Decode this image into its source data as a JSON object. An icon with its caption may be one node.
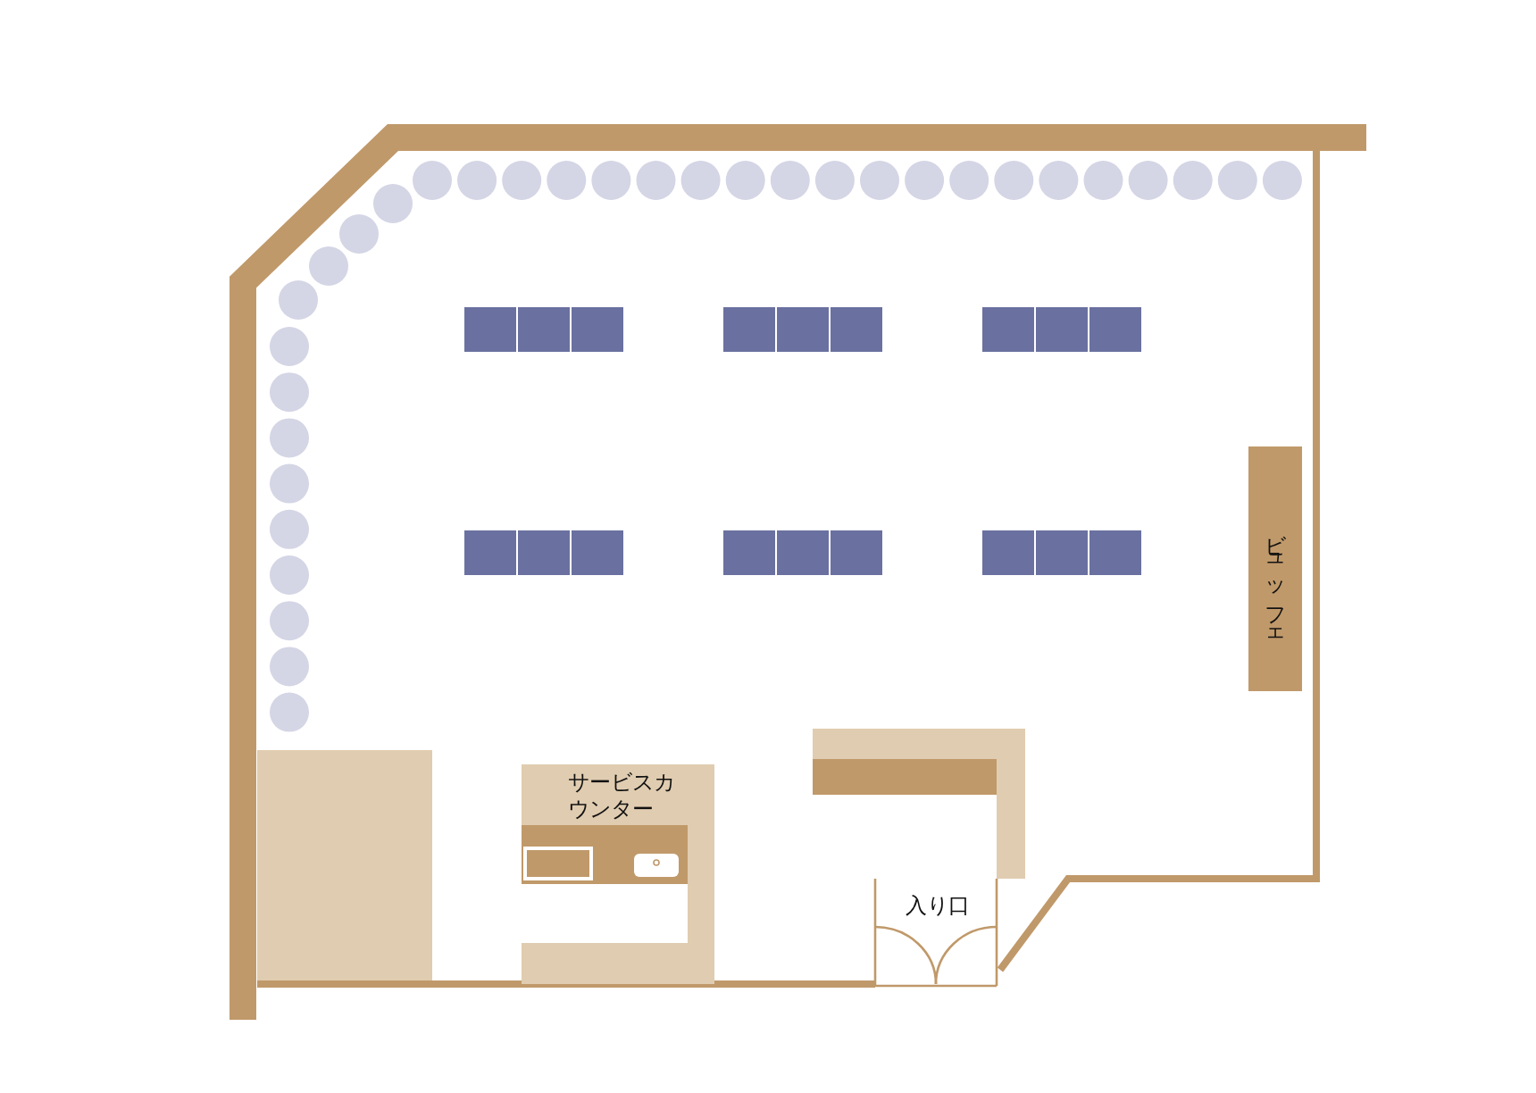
{
  "diagram": {
    "nodes": [
      {
        "text": [
          "サービスカウンター"
        ]
      },
      {
        "text": [
          "ビュッフェ"
        ]
      },
      {
        "text": [
          "入り口"
        ]
      }
    ]
  }
}
